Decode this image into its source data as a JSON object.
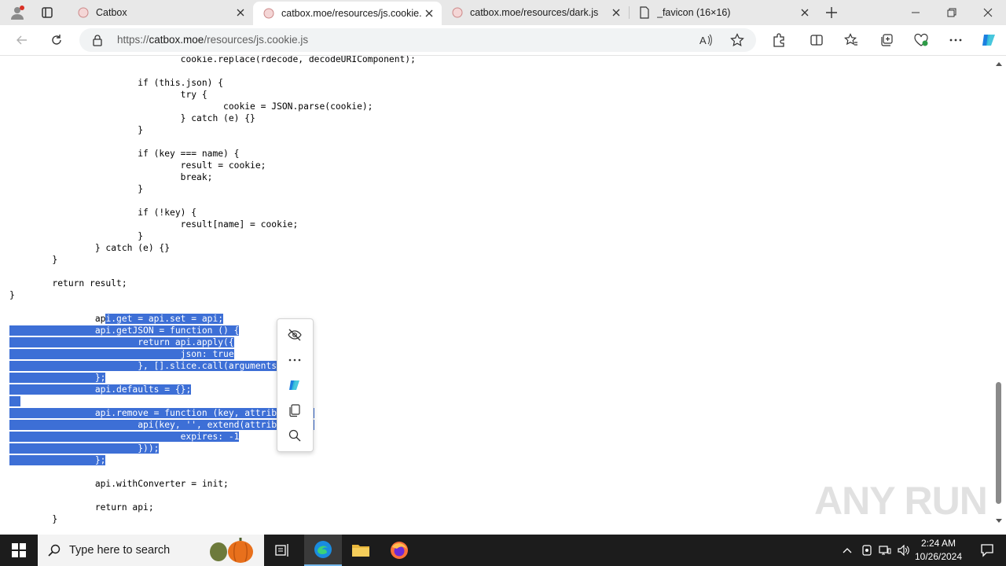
{
  "browser": {
    "tabs": [
      {
        "title": "Catbox",
        "active": false,
        "icon": "catbox-favicon-icon"
      },
      {
        "title": "catbox.moe/resources/js.cookie.",
        "active": true,
        "icon": "catbox-favicon-icon"
      },
      {
        "title": "catbox.moe/resources/dark.js",
        "active": false,
        "icon": "catbox-favicon-icon"
      },
      {
        "title": "_favicon (16×16)",
        "active": false,
        "icon": "document-icon"
      }
    ],
    "address": {
      "prefix": "https://",
      "domain": "catbox.moe",
      "path": "/resources/js.cookie.js"
    }
  },
  "code": {
    "lines": [
      {
        "text": "                                cookie.replace(rdecode, decodeURIComponent);",
        "sel": ""
      },
      {
        "text": "",
        "sel": ""
      },
      {
        "text": "                        if (this.json) {",
        "sel": ""
      },
      {
        "text": "                                try {",
        "sel": ""
      },
      {
        "text": "                                        cookie = JSON.parse(cookie);",
        "sel": ""
      },
      {
        "text": "                                } catch (e) {}",
        "sel": ""
      },
      {
        "text": "                        }",
        "sel": ""
      },
      {
        "text": "",
        "sel": ""
      },
      {
        "text": "                        if (key === name) {",
        "sel": ""
      },
      {
        "text": "                                result = cookie;",
        "sel": ""
      },
      {
        "text": "                                break;",
        "sel": ""
      },
      {
        "text": "                        }",
        "sel": ""
      },
      {
        "text": "",
        "sel": ""
      },
      {
        "text": "                        if (!key) {",
        "sel": ""
      },
      {
        "text": "                                result[name] = cookie;",
        "sel": ""
      },
      {
        "text": "                        }",
        "sel": ""
      },
      {
        "text": "                } catch (e) {}",
        "sel": ""
      },
      {
        "text": "        }",
        "sel": ""
      },
      {
        "text": "",
        "sel": ""
      },
      {
        "text": "        return result;",
        "sel": ""
      },
      {
        "text": "}",
        "sel": ""
      },
      {
        "text": "",
        "sel": ""
      },
      {
        "text": "                ap",
        "sel": "i.get = api.set = api;"
      },
      {
        "text": "",
        "sel": "                api.getJSON = function () {"
      },
      {
        "text": "",
        "sel": "                        return api.apply({"
      },
      {
        "text": "",
        "sel": "                                json: true"
      },
      {
        "text": "",
        "sel": "                        }, [].slice.call(arguments));"
      },
      {
        "text": "",
        "sel": "                };"
      },
      {
        "text": "",
        "sel": "                api.defaults = {};"
      },
      {
        "text": "",
        "sel": "  "
      },
      {
        "text": "",
        "sel": "                api.remove = function (key, attributes) {"
      },
      {
        "text": "",
        "sel": "                        api(key, '', extend(attributes, {"
      },
      {
        "text": "",
        "sel": "                                expires: -1"
      },
      {
        "text": "",
        "sel": "                        }));"
      },
      {
        "text": "",
        "sel": "                };"
      },
      {
        "text": "",
        "sel": ""
      },
      {
        "text": "                api.withConverter = init;",
        "sel": ""
      },
      {
        "text": "",
        "sel": ""
      },
      {
        "text": "                return api;",
        "sel": ""
      },
      {
        "text": "        }",
        "sel": ""
      }
    ]
  },
  "mini_menu": {
    "items": [
      "hide-icon",
      "more-icon",
      "copilot-icon",
      "copy-icon",
      "search-icon"
    ]
  },
  "watermark": "ANY RUN",
  "taskbar": {
    "search_placeholder": "Type here to search",
    "time": "2:24 AM",
    "date": "10/26/2024"
  }
}
